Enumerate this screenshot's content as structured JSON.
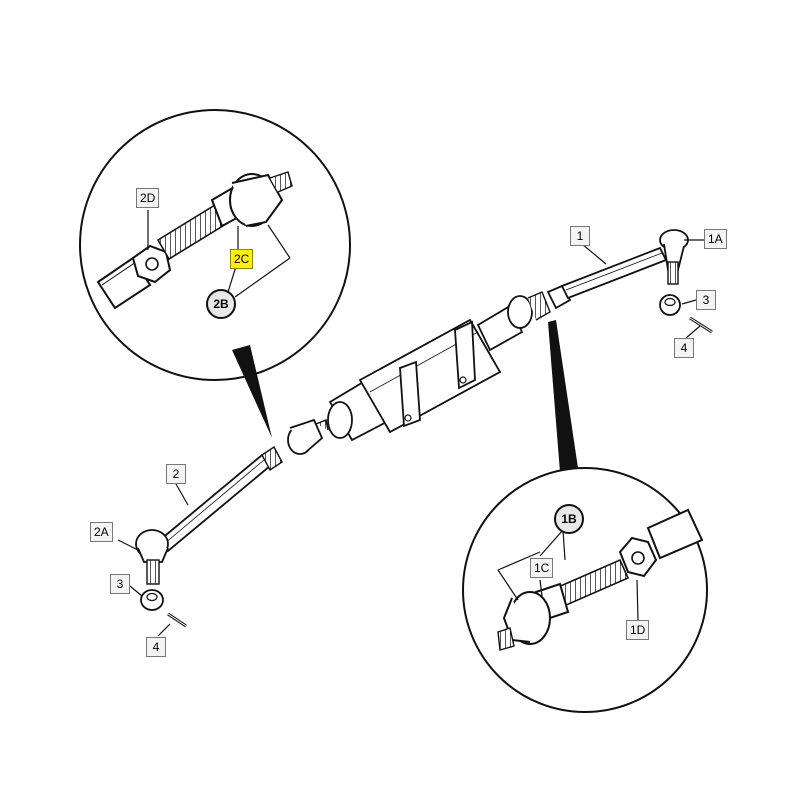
{
  "callouts": {
    "c1": "1",
    "c1A": "1A",
    "c3_right": "3",
    "c4_right": "4",
    "c2": "2",
    "c2A": "2A",
    "c3_left": "3",
    "c4_left": "4",
    "c2D": "2D",
    "c2C": "2C",
    "c2B": "2B",
    "c1B": "1B",
    "c1C": "1C",
    "c1D": "1D"
  },
  "colors": {
    "line": "#111111",
    "highlight": "#fff200",
    "label_fill": "#f4f4f4",
    "parts_fill": "#ffffff",
    "shading": "#dcdcdc"
  }
}
